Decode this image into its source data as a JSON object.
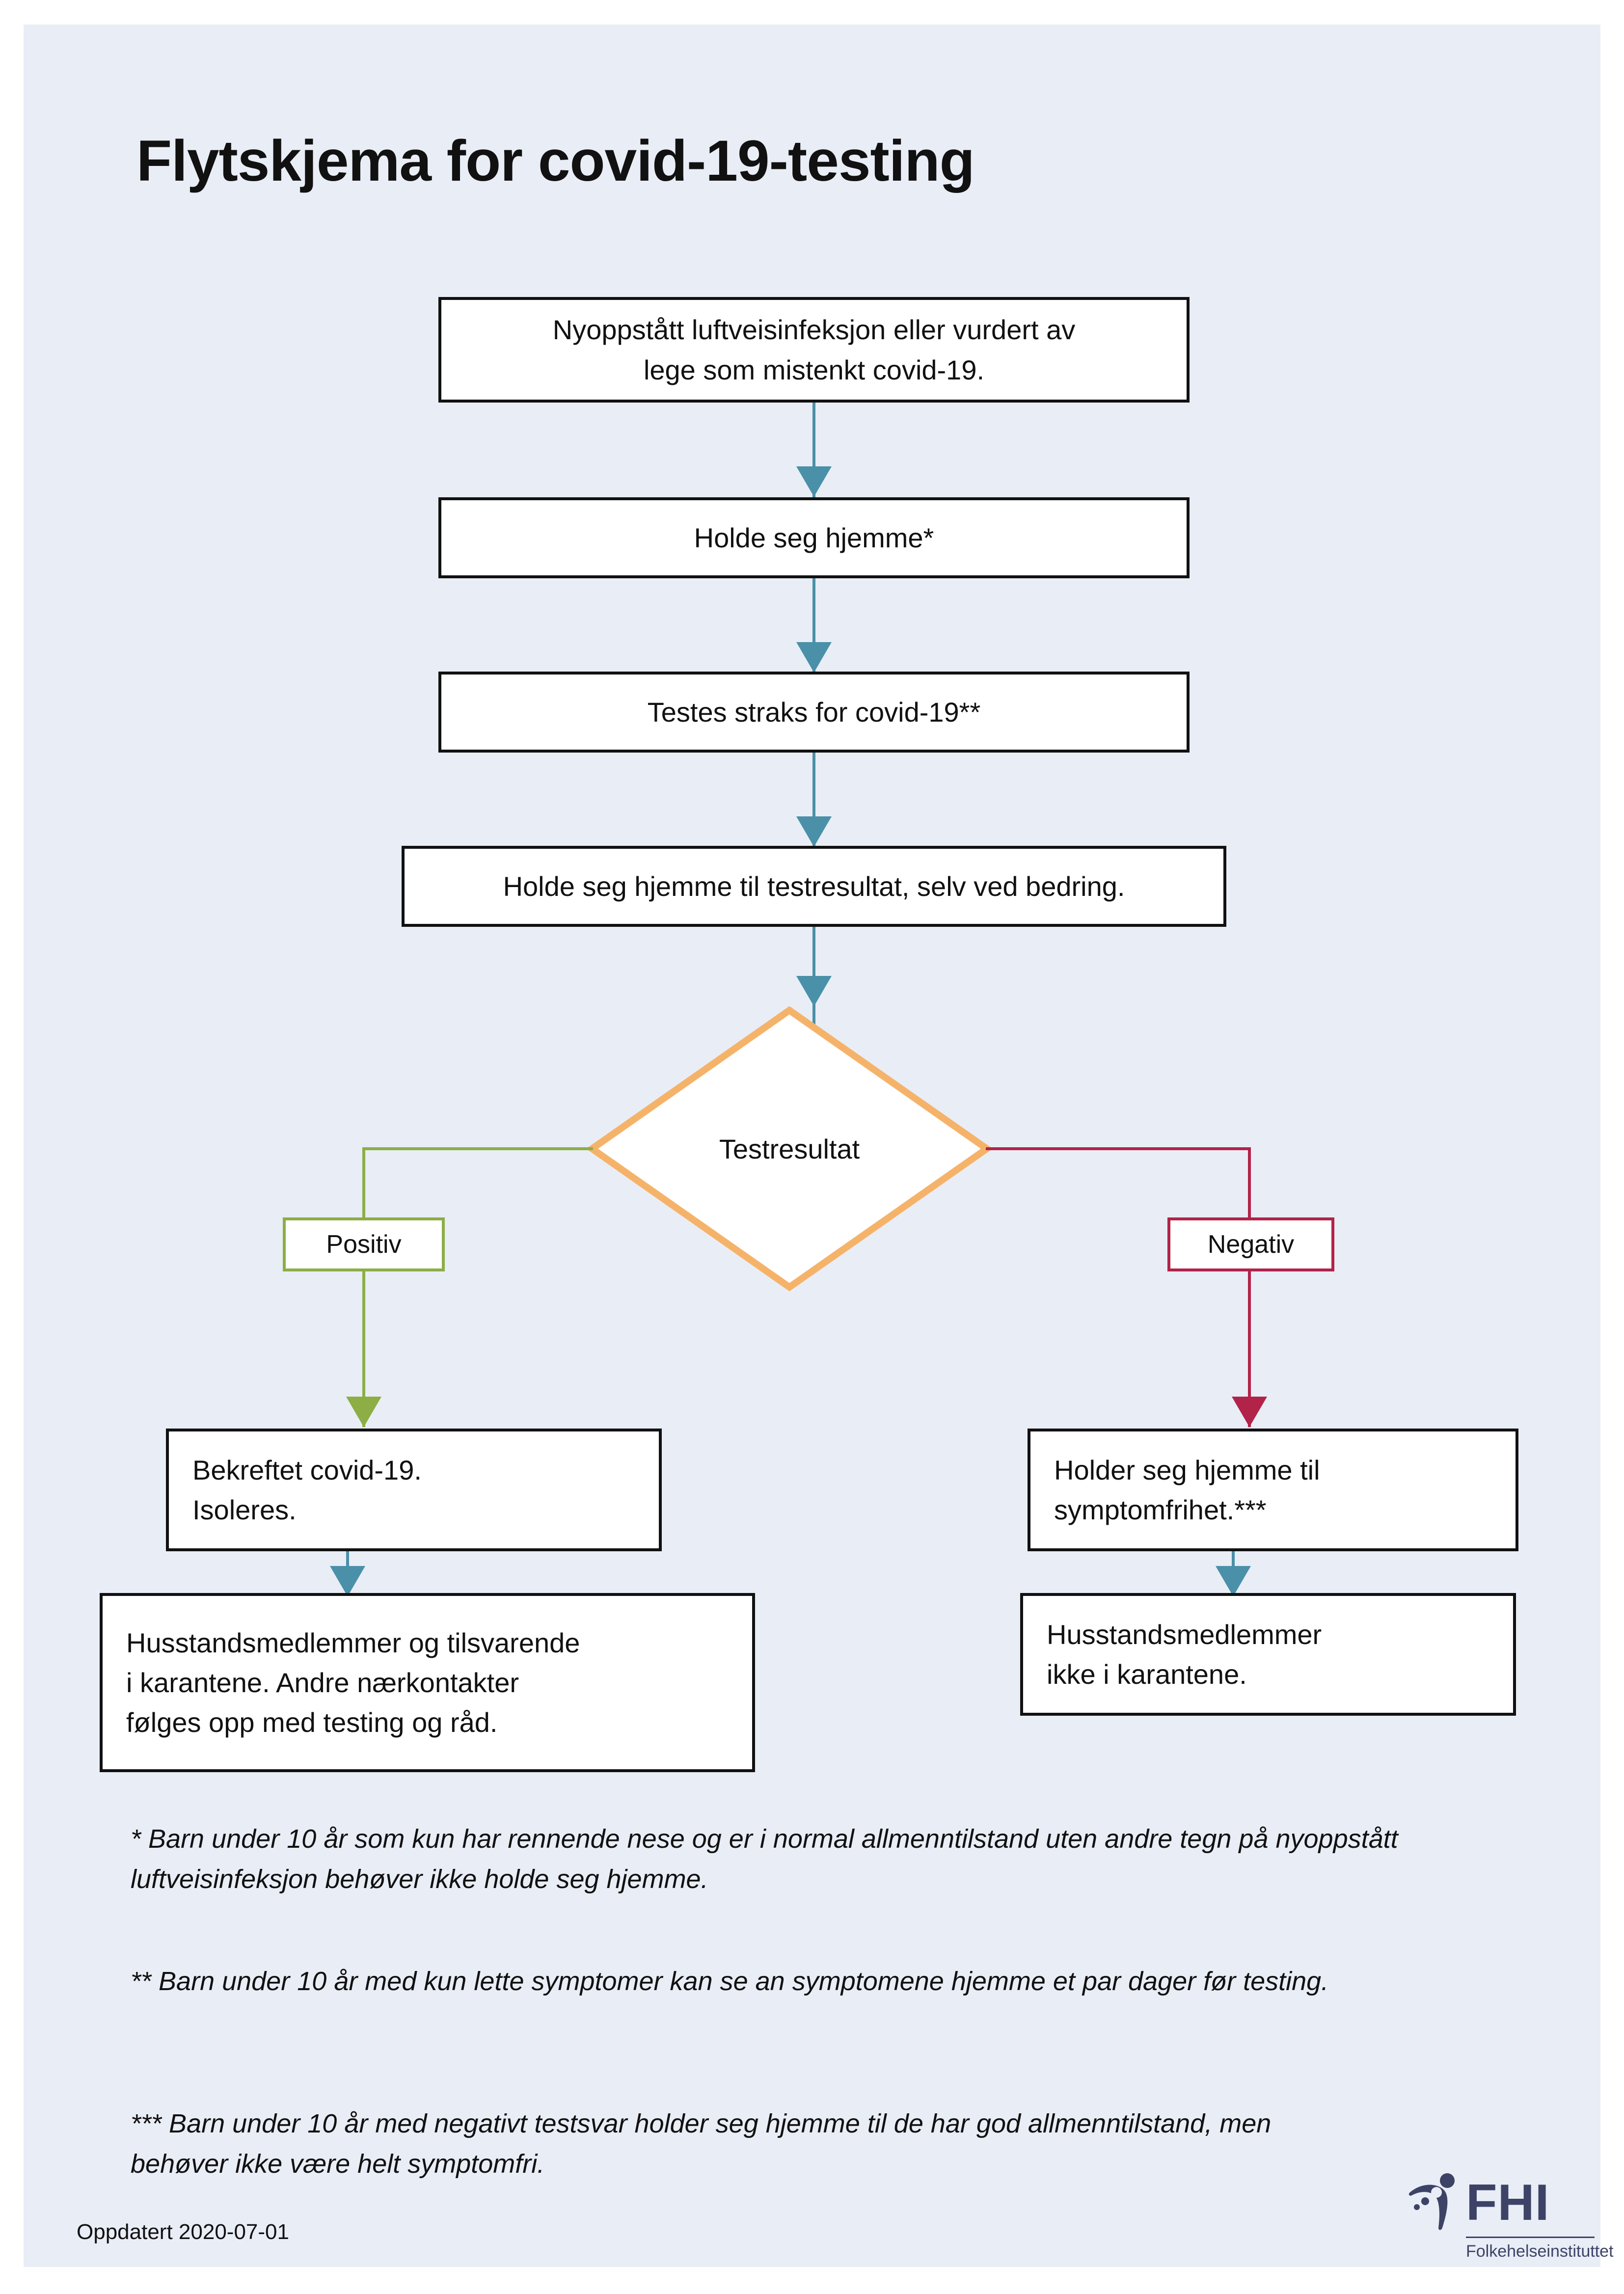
{
  "page": {
    "title": "Flytskjema for covid-19-testing",
    "updated_label": "Oppdatert 2020-07-01",
    "background_color": "#e9edf6",
    "page_color": "#ffffff"
  },
  "colors": {
    "connector_teal": "#4a90a8",
    "positive_green": "#8cae45",
    "negative_red": "#b22349",
    "decision_orange": "#f5b36a",
    "logo_navy": "#3d4366",
    "box_border": "#111111"
  },
  "flow": {
    "nodes": [
      {
        "id": "start",
        "label": "Nyoppstått luftveisinfeksjon eller vurdert av\nlege som mistenkt covid-19."
      },
      {
        "id": "stay-home",
        "label": "Holde seg hjemme*"
      },
      {
        "id": "test",
        "label": "Testes straks for covid-19**"
      },
      {
        "id": "await-result",
        "label": "Holde seg hjemme til testresultat, selv ved bedring."
      },
      {
        "id": "decision",
        "label": "Testresultat"
      },
      {
        "id": "positive-outcome",
        "label": "Bekreftet covid-19.\nIsoleres."
      },
      {
        "id": "negative-outcome",
        "label": "Holder seg hjemme til\nsymptomfrihet.***"
      },
      {
        "id": "positive-contacts",
        "label": "Husstandsmedlemmer og tilsvarende\ni karantene. Andre nærkontakter\nfølges opp med testing og råd."
      },
      {
        "id": "negative-contacts",
        "label": "Husstandsmedlemmer\nikke i karantene."
      }
    ],
    "branch_labels": {
      "positive": "Positiv",
      "negative": "Negativ"
    }
  },
  "footnotes": [
    "* Barn under 10  år som kun har rennende nese og er i normal allmenntilstand uten andre tegn på nyoppstått luftveisinfeksjon behøver ikke holde seg hjemme.",
    "** Barn under 10 år med kun lette symptomer kan se an symptomene hjemme et par dager før testing.",
    "*** Barn under 10 år med negativt testsvar holder seg hjemme til de har god allmenntilstand, men behøver ikke være helt symptomfri."
  ],
  "logo": {
    "acronym": "FHI",
    "subtitle": "Folkehelseinstituttet"
  }
}
